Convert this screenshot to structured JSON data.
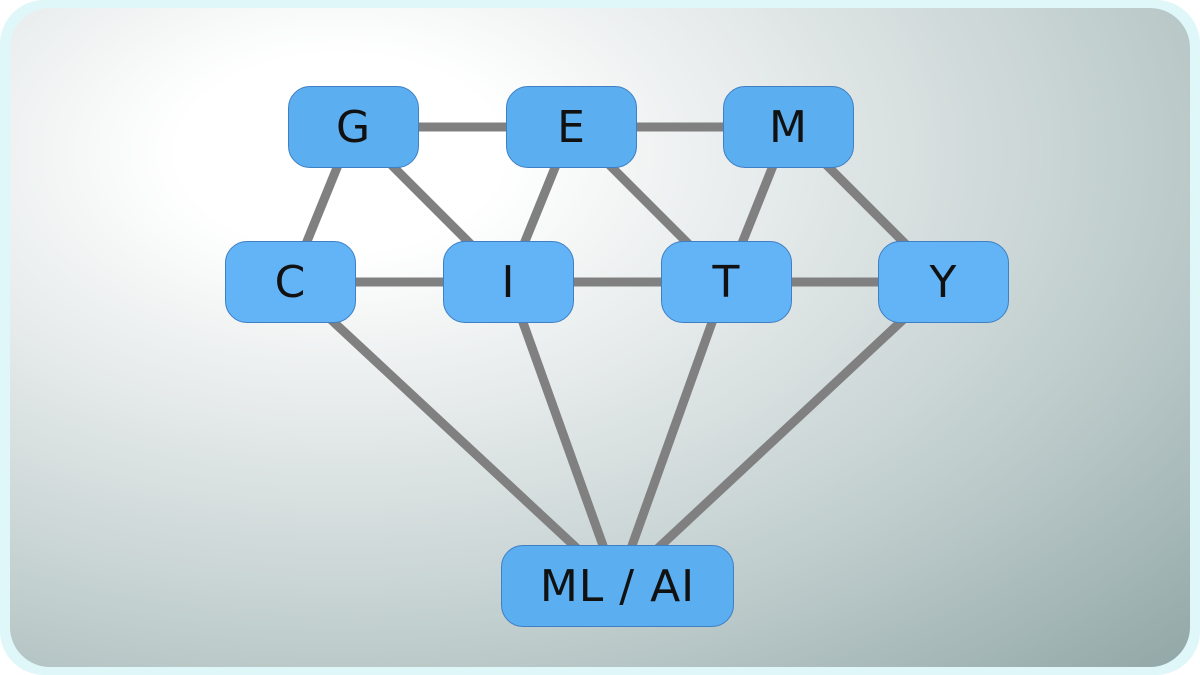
{
  "diagram": {
    "nodes": [
      {
        "id": "G",
        "label": "G",
        "color": "#5baef0"
      },
      {
        "id": "E",
        "label": "E",
        "color": "#5baef0"
      },
      {
        "id": "M",
        "label": "M",
        "color": "#5baef0"
      },
      {
        "id": "C",
        "label": "C",
        "color": "#62b4f7"
      },
      {
        "id": "I",
        "label": "I",
        "color": "#62b4f7"
      },
      {
        "id": "T",
        "label": "T",
        "color": "#62b4f7"
      },
      {
        "id": "Y",
        "label": "Y",
        "color": "#62b4f7"
      },
      {
        "id": "MLAI",
        "label": "ML / AI",
        "color": "#5baef0"
      }
    ],
    "edges": [
      [
        "G",
        "E"
      ],
      [
        "E",
        "M"
      ],
      [
        "G",
        "C"
      ],
      [
        "G",
        "I"
      ],
      [
        "E",
        "I"
      ],
      [
        "E",
        "T"
      ],
      [
        "M",
        "T"
      ],
      [
        "M",
        "Y"
      ],
      [
        "C",
        "I"
      ],
      [
        "I",
        "T"
      ],
      [
        "T",
        "Y"
      ],
      [
        "C",
        "MLAI"
      ],
      [
        "I",
        "MLAI"
      ],
      [
        "T",
        "MLAI"
      ],
      [
        "Y",
        "MLAI"
      ]
    ],
    "edge_color": "#808080",
    "node_border_color": "#3f7fc4"
  }
}
